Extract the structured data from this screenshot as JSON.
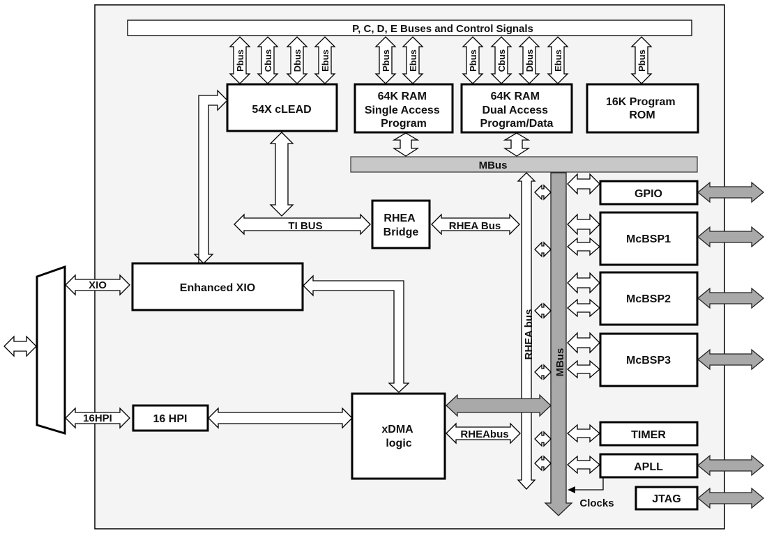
{
  "top_bus": "P, C, D, E Buses and Control Signals",
  "mbus": "MBus",
  "blocks": {
    "clead": "54X cLEAD",
    "ram_single": [
      "64K RAM",
      "Single Access",
      "Program"
    ],
    "ram_dual": [
      "64K RAM",
      "Dual Access",
      "Program/Data"
    ],
    "rom": [
      "16K Program",
      "ROM"
    ],
    "rhea_bridge": [
      "RHEA",
      "Bridge"
    ],
    "enhanced_xio": "Enhanced XIO",
    "hpi16": "16 HPI",
    "xdma": [
      "xDMA",
      "logic"
    ],
    "gpio": "GPIO",
    "mcbsp1": "McBSP1",
    "mcbsp2": "McBSP2",
    "mcbsp3": "McBSP3",
    "timer": "TIMER",
    "apll": "APLL",
    "jtag": "JTAG"
  },
  "bus_labels": {
    "clead": [
      "Pbus",
      "Cbus",
      "Dbus",
      "Ebus"
    ],
    "ram_single": [
      "Pbus",
      "Ebus"
    ],
    "ram_dual": [
      "Pbus",
      "Cbus",
      "Dbus",
      "Ebus"
    ],
    "rom": [
      "Pbus"
    ]
  },
  "links": {
    "ti_bus": "TI BUS",
    "rhea_bus": "RHEA Bus",
    "xio": "XIO",
    "hpi": "16HPI",
    "rheabus_xdma": "RHEAbus",
    "rhea_vertical": "RHEA bus",
    "mbus_vertical": "MBus",
    "clocks": "Clocks"
  }
}
